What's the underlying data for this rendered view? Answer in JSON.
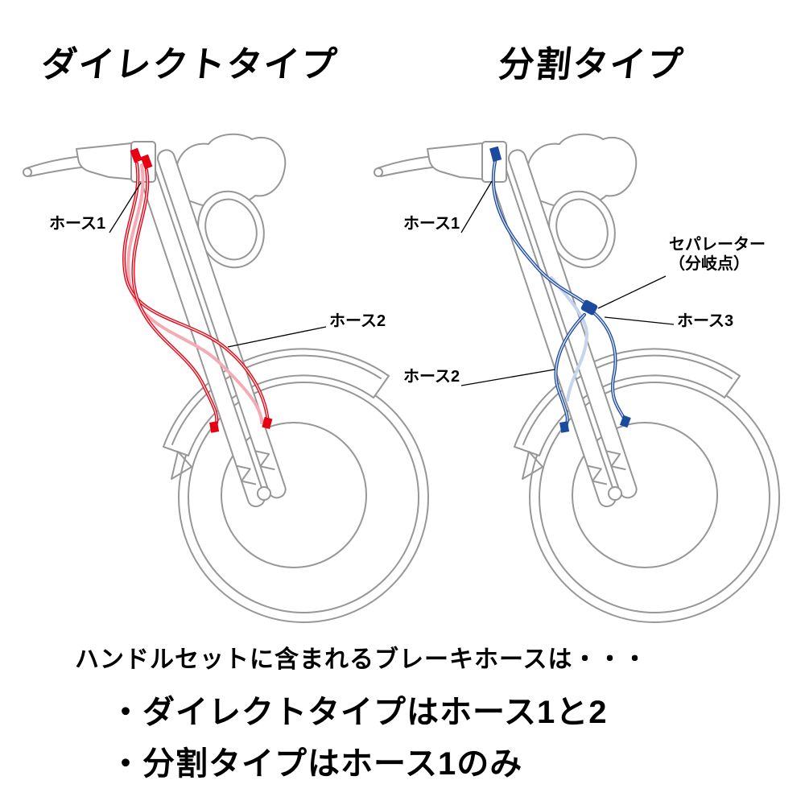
{
  "titles": {
    "direct": "ダイレクトタイプ",
    "split": "分割タイプ"
  },
  "diagrams": {
    "direct": {
      "labels": {
        "hose1": "ホース1",
        "hose2": "ホース2"
      }
    },
    "split": {
      "labels": {
        "hose1": "ホース1",
        "separator_line1": "セパレーター",
        "separator_line2": "（分岐点）",
        "hose3": "ホース3",
        "hose2": "ホース2"
      }
    }
  },
  "footer": {
    "intro": "ハンドルセットに含まれるブレーキホースは・・・",
    "bullet_direct": "・ダイレクトタイプはホース1と2",
    "bullet_split": "・分割タイプはホース1のみ"
  },
  "colors": {
    "line_art": "#979797",
    "direct_hose": "#e60012",
    "direct_hose_pale": "#f5aab4",
    "split_hose": "#1c4a9e",
    "split_hose_pale": "#c3d4ec"
  }
}
